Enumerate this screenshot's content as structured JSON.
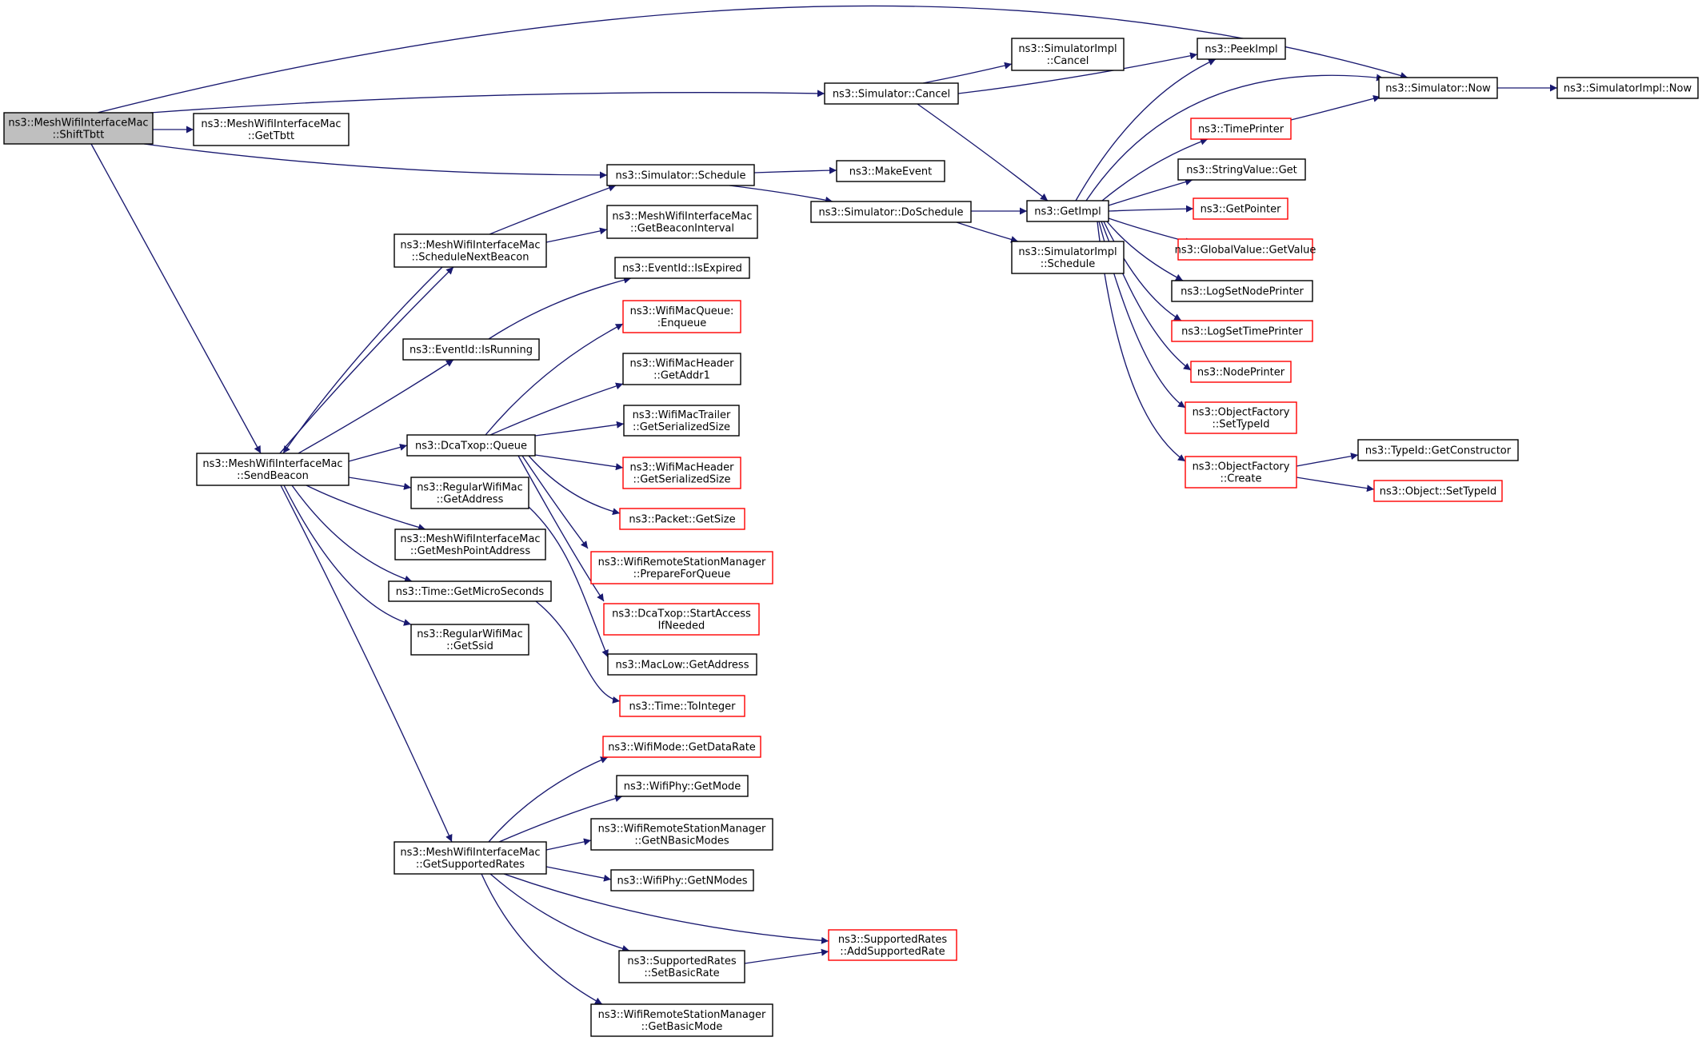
{
  "diagram": {
    "kind": "call graph",
    "colors": {
      "edge": "#191970",
      "node_border": "#000000",
      "truncated_node_border": "#ff0000",
      "root_fill": "#bfbfbf",
      "node_fill": "#ffffff",
      "text": "#000000"
    },
    "nodes": [
      {
        "id": "shift-tbtt",
        "lines": [
          "ns3::MeshWifiInterfaceMac",
          "::ShiftTbtt"
        ],
        "root": true
      },
      {
        "id": "get-tbtt",
        "lines": [
          "ns3::MeshWifiInterfaceMac",
          "::GetTbtt"
        ]
      },
      {
        "id": "send-beacon",
        "lines": [
          "ns3::MeshWifiInterfaceMac",
          "::SendBeacon"
        ]
      },
      {
        "id": "schedule-next-beacon",
        "lines": [
          "ns3::MeshWifiInterfaceMac",
          "::ScheduleNextBeacon"
        ]
      },
      {
        "id": "eventid-isrunning",
        "lines": [
          "ns3::EventId::IsRunning"
        ]
      },
      {
        "id": "dcatxop-queue",
        "lines": [
          "ns3::DcaTxop::Queue"
        ]
      },
      {
        "id": "regularwifimac-getaddress",
        "lines": [
          "ns3::RegularWifiMac",
          "::GetAddress"
        ]
      },
      {
        "id": "get-mesh-point-address",
        "lines": [
          "ns3::MeshWifiInterfaceMac",
          "::GetMeshPointAddress"
        ]
      },
      {
        "id": "time-getmicroseconds",
        "lines": [
          "ns3::Time::GetMicroSeconds"
        ]
      },
      {
        "id": "regularwifimac-getssid",
        "lines": [
          "ns3::RegularWifiMac",
          "::GetSsid"
        ]
      },
      {
        "id": "get-supported-rates",
        "lines": [
          "ns3::MeshWifiInterfaceMac",
          "::GetSupportedRates"
        ]
      },
      {
        "id": "simulator-schedule",
        "lines": [
          "ns3::Simulator::Schedule"
        ]
      },
      {
        "id": "get-beacon-interval",
        "lines": [
          "ns3::MeshWifiInterfaceMac",
          "::GetBeaconInterval"
        ]
      },
      {
        "id": "eventid-isexpired",
        "lines": [
          "ns3::EventId::IsExpired"
        ]
      },
      {
        "id": "wifimacqueue-enqueue",
        "lines": [
          "ns3::WifiMacQueue:",
          ":Enqueue"
        ],
        "truncated": true
      },
      {
        "id": "wifimacheader-getaddr1",
        "lines": [
          "ns3::WifiMacHeader",
          "::GetAddr1"
        ]
      },
      {
        "id": "wifimactrailer-getserializedsize",
        "lines": [
          "ns3::WifiMacTrailer",
          "::GetSerializedSize"
        ]
      },
      {
        "id": "wifimacheader-getserializedsize",
        "lines": [
          "ns3::WifiMacHeader",
          "::GetSerializedSize"
        ],
        "truncated": true
      },
      {
        "id": "packet-getsize",
        "lines": [
          "ns3::Packet::GetSize"
        ],
        "truncated": true
      },
      {
        "id": "prepare-for-queue",
        "lines": [
          "ns3::WifiRemoteStationManager",
          "::PrepareForQueue"
        ],
        "truncated": true
      },
      {
        "id": "start-access-if-needed",
        "lines": [
          "ns3::DcaTxop::StartAccess",
          "IfNeeded"
        ],
        "truncated": true
      },
      {
        "id": "maclow-getaddress",
        "lines": [
          "ns3::MacLow::GetAddress"
        ]
      },
      {
        "id": "time-tointeger",
        "lines": [
          "ns3::Time::ToInteger"
        ],
        "truncated": true
      },
      {
        "id": "wifimode-getdatarate",
        "lines": [
          "ns3::WifiMode::GetDataRate"
        ],
        "truncated": true
      },
      {
        "id": "wifiphy-getmode",
        "lines": [
          "ns3::WifiPhy::GetMode"
        ]
      },
      {
        "id": "get-n-basic-modes",
        "lines": [
          "ns3::WifiRemoteStationManager",
          "::GetNBasicModes"
        ]
      },
      {
        "id": "wifiphy-getnmodes",
        "lines": [
          "ns3::WifiPhy::GetNModes"
        ]
      },
      {
        "id": "add-supported-rate",
        "lines": [
          "ns3::SupportedRates",
          "::AddSupportedRate"
        ],
        "truncated": true
      },
      {
        "id": "set-basic-rate",
        "lines": [
          "ns3::SupportedRates",
          "::SetBasicRate"
        ]
      },
      {
        "id": "get-basic-mode",
        "lines": [
          "ns3::WifiRemoteStationManager",
          "::GetBasicMode"
        ]
      },
      {
        "id": "simulator-cancel",
        "lines": [
          "ns3::Simulator::Cancel"
        ]
      },
      {
        "id": "make-event",
        "lines": [
          "ns3::MakeEvent"
        ]
      },
      {
        "id": "simulator-doschedule",
        "lines": [
          "ns3::Simulator::DoSchedule"
        ]
      },
      {
        "id": "simulatorimpl-cancel",
        "lines": [
          "ns3::SimulatorImpl",
          "::Cancel"
        ]
      },
      {
        "id": "get-impl",
        "lines": [
          "ns3::GetImpl"
        ]
      },
      {
        "id": "simulatorimpl-schedule",
        "lines": [
          "ns3::SimulatorImpl",
          "::Schedule"
        ]
      },
      {
        "id": "peek-impl",
        "lines": [
          "ns3::PeekImpl"
        ]
      },
      {
        "id": "time-printer",
        "lines": [
          "ns3::TimePrinter"
        ],
        "truncated": true
      },
      {
        "id": "stringvalue-get",
        "lines": [
          "ns3::StringValue::Get"
        ]
      },
      {
        "id": "get-pointer",
        "lines": [
          "ns3::GetPointer"
        ],
        "truncated": true
      },
      {
        "id": "globalvalue-getvalue",
        "lines": [
          "ns3::GlobalValue::GetValue"
        ],
        "truncated": true
      },
      {
        "id": "log-set-node-printer",
        "lines": [
          "ns3::LogSetNodePrinter"
        ]
      },
      {
        "id": "log-set-time-printer",
        "lines": [
          "ns3::LogSetTimePrinter"
        ],
        "truncated": true
      },
      {
        "id": "node-printer",
        "lines": [
          "ns3::NodePrinter"
        ],
        "truncated": true
      },
      {
        "id": "objectfactory-settypeid",
        "lines": [
          "ns3::ObjectFactory",
          "::SetTypeId"
        ],
        "truncated": true
      },
      {
        "id": "objectfactory-create",
        "lines": [
          "ns3::ObjectFactory",
          "::Create"
        ],
        "truncated": true
      },
      {
        "id": "simulator-now",
        "lines": [
          "ns3::Simulator::Now"
        ]
      },
      {
        "id": "simulatorimpl-now",
        "lines": [
          "ns3::SimulatorImpl::Now"
        ]
      },
      {
        "id": "typeid-getconstructor",
        "lines": [
          "ns3::TypeId::GetConstructor"
        ]
      },
      {
        "id": "object-settypeid",
        "lines": [
          "ns3::Object::SetTypeId"
        ],
        "truncated": true
      }
    ],
    "edges": [
      [
        "shift-tbtt",
        "simulator-now"
      ],
      [
        "shift-tbtt",
        "simulator-cancel"
      ],
      [
        "shift-tbtt",
        "get-tbtt"
      ],
      [
        "shift-tbtt",
        "simulator-schedule"
      ],
      [
        "shift-tbtt",
        "send-beacon"
      ],
      [
        "send-beacon",
        "schedule-next-beacon"
      ],
      [
        "schedule-next-beacon",
        "send-beacon"
      ],
      [
        "schedule-next-beacon",
        "simulator-schedule"
      ],
      [
        "schedule-next-beacon",
        "get-beacon-interval"
      ],
      [
        "send-beacon",
        "eventid-isrunning"
      ],
      [
        "eventid-isrunning",
        "eventid-isexpired"
      ],
      [
        "send-beacon",
        "dcatxop-queue"
      ],
      [
        "send-beacon",
        "regularwifimac-getaddress"
      ],
      [
        "send-beacon",
        "get-mesh-point-address"
      ],
      [
        "send-beacon",
        "time-getmicroseconds"
      ],
      [
        "send-beacon",
        "regularwifimac-getssid"
      ],
      [
        "send-beacon",
        "get-supported-rates"
      ],
      [
        "dcatxop-queue",
        "wifimacqueue-enqueue"
      ],
      [
        "dcatxop-queue",
        "wifimacheader-getaddr1"
      ],
      [
        "dcatxop-queue",
        "wifimactrailer-getserializedsize"
      ],
      [
        "dcatxop-queue",
        "wifimacheader-getserializedsize"
      ],
      [
        "dcatxop-queue",
        "packet-getsize"
      ],
      [
        "dcatxop-queue",
        "prepare-for-queue"
      ],
      [
        "dcatxop-queue",
        "start-access-if-needed"
      ],
      [
        "regularwifimac-getaddress",
        "maclow-getaddress"
      ],
      [
        "time-getmicroseconds",
        "time-tointeger"
      ],
      [
        "get-supported-rates",
        "wifimode-getdatarate"
      ],
      [
        "get-supported-rates",
        "wifiphy-getmode"
      ],
      [
        "get-supported-rates",
        "get-n-basic-modes"
      ],
      [
        "get-supported-rates",
        "wifiphy-getnmodes"
      ],
      [
        "get-supported-rates",
        "add-supported-rate"
      ],
      [
        "get-supported-rates",
        "set-basic-rate"
      ],
      [
        "get-supported-rates",
        "get-basic-mode"
      ],
      [
        "set-basic-rate",
        "add-supported-rate"
      ],
      [
        "simulator-schedule",
        "make-event"
      ],
      [
        "simulator-schedule",
        "simulator-doschedule"
      ],
      [
        "simulator-cancel",
        "simulatorimpl-cancel"
      ],
      [
        "simulator-cancel",
        "peek-impl"
      ],
      [
        "simulator-cancel",
        "get-impl"
      ],
      [
        "simulator-doschedule",
        "get-impl"
      ],
      [
        "simulator-doschedule",
        "simulatorimpl-schedule"
      ],
      [
        "get-impl",
        "peek-impl"
      ],
      [
        "get-impl",
        "simulator-now"
      ],
      [
        "get-impl",
        "time-printer"
      ],
      [
        "get-impl",
        "stringvalue-get"
      ],
      [
        "get-impl",
        "get-pointer"
      ],
      [
        "get-impl",
        "globalvalue-getvalue"
      ],
      [
        "get-impl",
        "log-set-node-printer"
      ],
      [
        "get-impl",
        "log-set-time-printer"
      ],
      [
        "get-impl",
        "node-printer"
      ],
      [
        "get-impl",
        "objectfactory-settypeid"
      ],
      [
        "get-impl",
        "objectfactory-create"
      ],
      [
        "time-printer",
        "simulator-now"
      ],
      [
        "simulator-now",
        "simulatorimpl-now"
      ],
      [
        "objectfactory-create",
        "typeid-getconstructor"
      ],
      [
        "objectfactory-create",
        "object-settypeid"
      ]
    ]
  }
}
